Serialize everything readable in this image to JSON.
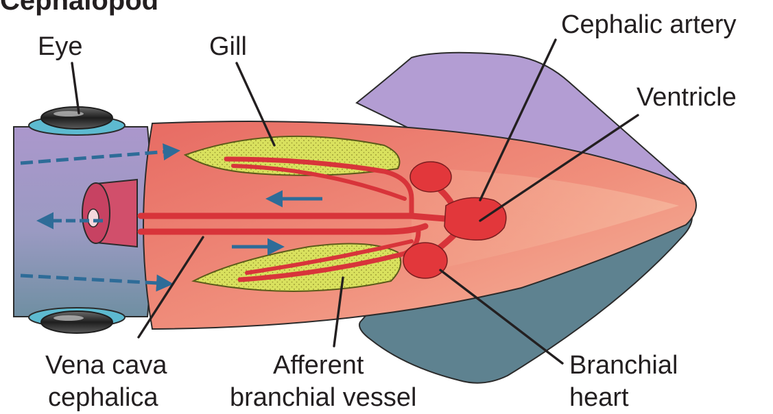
{
  "title": "Cephalopod",
  "labels": {
    "eye": "Eye",
    "gill": "Gill",
    "cephalic_artery": "Cephalic artery",
    "ventricle": "Ventricle",
    "vena_cava_line1": "Vena cava",
    "vena_cava_line2": "cephalica",
    "afferent_line1": "Afferent",
    "afferent_line2": "branchial vessel",
    "branchial_line1": "Branchial",
    "branchial_line2": "heart"
  },
  "colors": {
    "head": "#a996c8",
    "head_lower": "#7a96a8",
    "fin_upper": "#b29cd2",
    "fin_lower": "#5f8291",
    "mantle": "#ea7a70",
    "mantle_light": "#f6b49c",
    "vessel": "#d8343a",
    "heart": "#e2373b",
    "gill": "#d6df5c",
    "siphon": "#d85470",
    "water_arrow": "#2e6c98",
    "eye_ring": "#62b9cc"
  }
}
